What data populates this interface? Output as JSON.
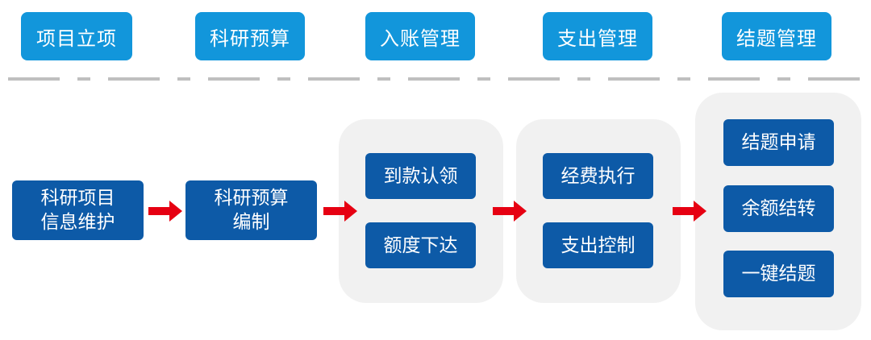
{
  "phases": [
    "项目立项",
    "科研预算",
    "入账管理",
    "支出管理",
    "结题管理"
  ],
  "steps": {
    "maintain": "科研项目\n信息维护",
    "budget": "科研预算\n编制"
  },
  "groups": {
    "entry": [
      "到款认领",
      "额度下达"
    ],
    "expense": [
      "经费执行",
      "支出控制"
    ],
    "closing": [
      "结题申请",
      "余额结转",
      "一键结题"
    ]
  },
  "colors": {
    "phase": "#1296db",
    "box": "#0d5aa7",
    "arrow": "#e60012",
    "group_bg": "#f1f1f1",
    "divider": "#bfbfbf"
  }
}
